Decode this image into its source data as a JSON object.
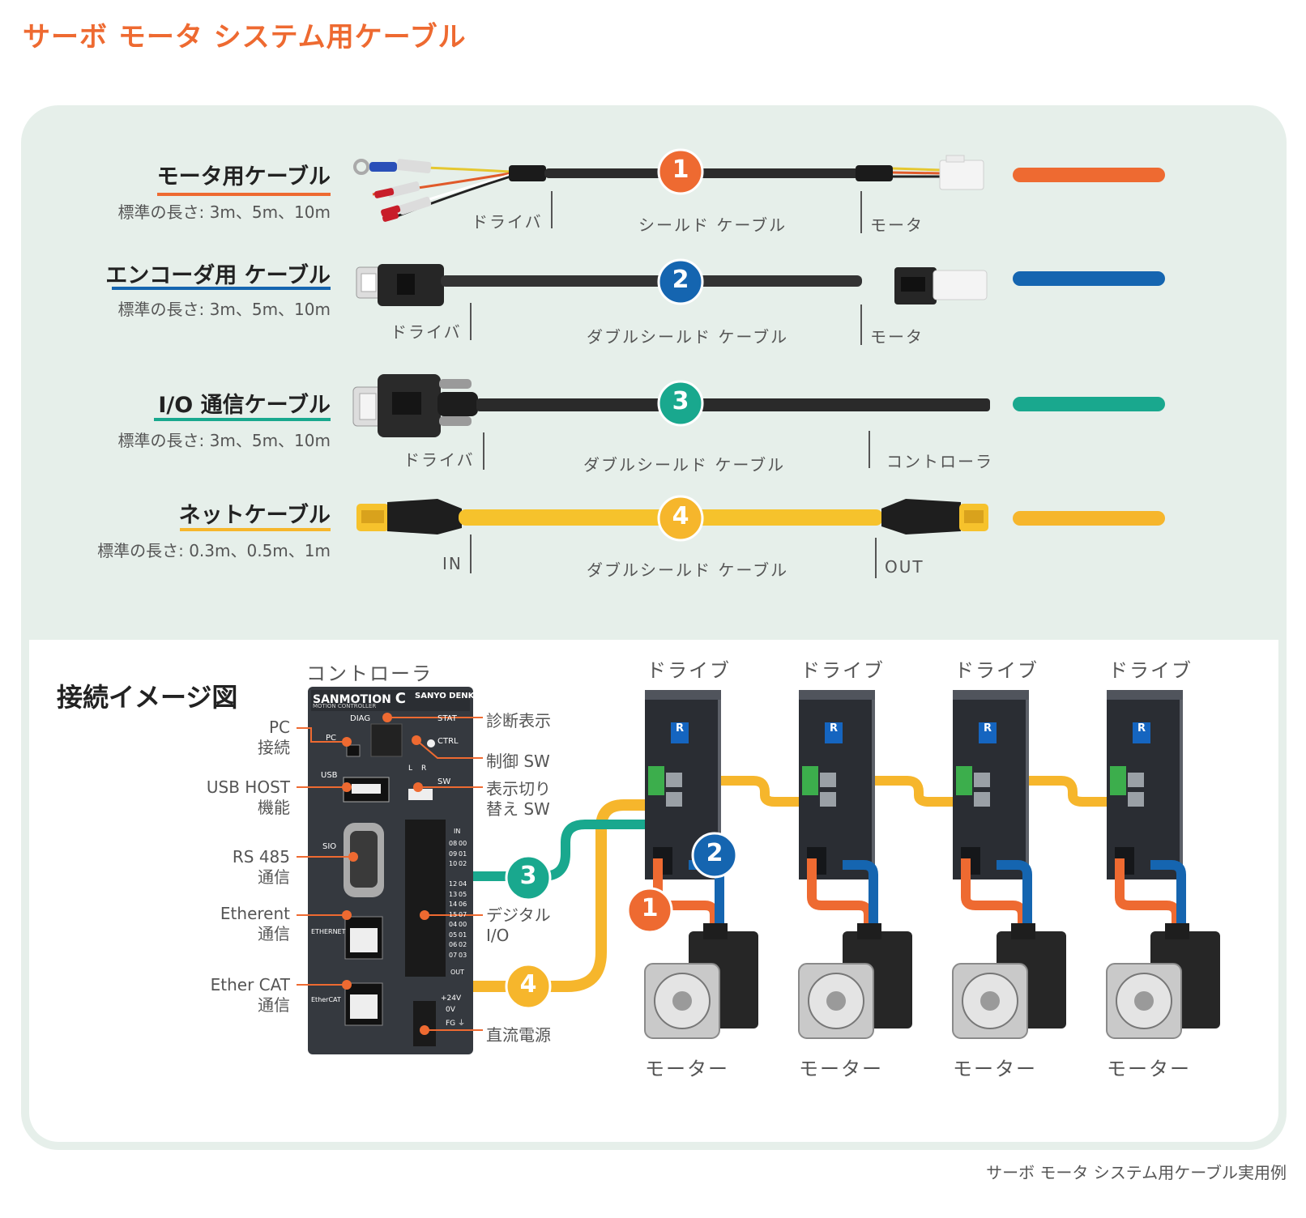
{
  "title": "サーボ モータ システム用ケーブル",
  "cables": [
    {
      "name": "モータ用ケーブル",
      "length": "標準の長さ: 3m、5m、10m",
      "number": "1",
      "color": "#ee6a31",
      "seg_left": "ドライバ",
      "seg_mid": "シールド ケーブル",
      "seg_right": "モータ"
    },
    {
      "name": "エンコーダ用 ケーブル",
      "length": "標準の長さ: 3m、5m、10m",
      "number": "2",
      "color": "#1565b0",
      "seg_left": "ドライバ",
      "seg_mid": "ダブルシールド ケーブル",
      "seg_right": "モータ"
    },
    {
      "name": "I/O 通信ケーブル",
      "length": "標準の長さ: 3m、5m、10m",
      "number": "3",
      "color": "#19a88e",
      "seg_left": "ドライバ",
      "seg_mid": "ダブルシールド ケーブル",
      "seg_right": "コントローラ"
    },
    {
      "name": "ネットケーブル",
      "length": "標準の長さ: 0.3m、0.5m、1m",
      "number": "4",
      "color": "#f6b62c",
      "seg_left": "IN",
      "seg_mid": "ダブルシールド ケーブル",
      "seg_right": "OUT"
    }
  ],
  "diagram": {
    "title": "接続イメージ図",
    "controller_label": "コントローラ",
    "controller": {
      "brand": "SANMOTION",
      "model": "C",
      "sub": "MOTION CONTROLLER",
      "maker": "SANYO DENKI",
      "ports": {
        "diag": "DIAG",
        "pc": "PC",
        "stat": "STAT",
        "ctrl": "CTRL",
        "usb": "USB",
        "l": "L",
        "r": "R",
        "sw": "SW",
        "sio": "SIO",
        "ethernet": "ETHERNET",
        "ethercat": "EtherCAT",
        "in": "IN",
        "out": "OUT",
        "p24": "+24V",
        "v0": "0V",
        "fg": "FG ⏚"
      },
      "io_left": [
        "08",
        "09",
        "10",
        "",
        "12",
        "13",
        "14",
        "15",
        "04",
        "05",
        "06",
        "07"
      ],
      "io_right": [
        "00",
        "01",
        "02",
        "",
        "04",
        "05",
        "06",
        "07",
        "00",
        "01",
        "02",
        "03"
      ]
    },
    "left_labels": [
      {
        "l1": "PC",
        "l2": "接続"
      },
      {
        "l1": "USB HOST",
        "l2": "機能"
      },
      {
        "l1": "RS 485",
        "l2": "通信"
      },
      {
        "l1": "Etherent",
        "l2": "通信"
      },
      {
        "l1": "Ether CAT",
        "l2": "通信"
      }
    ],
    "right_labels": [
      {
        "l1": "診断表示",
        "l2": ""
      },
      {
        "l1": "制御 SW",
        "l2": ""
      },
      {
        "l1": "表示切り",
        "l2": "替え SW"
      },
      {
        "l1": "デジタル",
        "l2": "I/O"
      },
      {
        "l1": "直流電源",
        "l2": ""
      }
    ],
    "drives": [
      "ドライブ",
      "ドライブ",
      "ドライブ",
      "ドライブ"
    ],
    "motors": [
      "モーター",
      "モーター",
      "モーター",
      "モーター"
    ],
    "drive_badge": "R"
  },
  "caption": "サーボ モータ システム用ケーブル実用例"
}
